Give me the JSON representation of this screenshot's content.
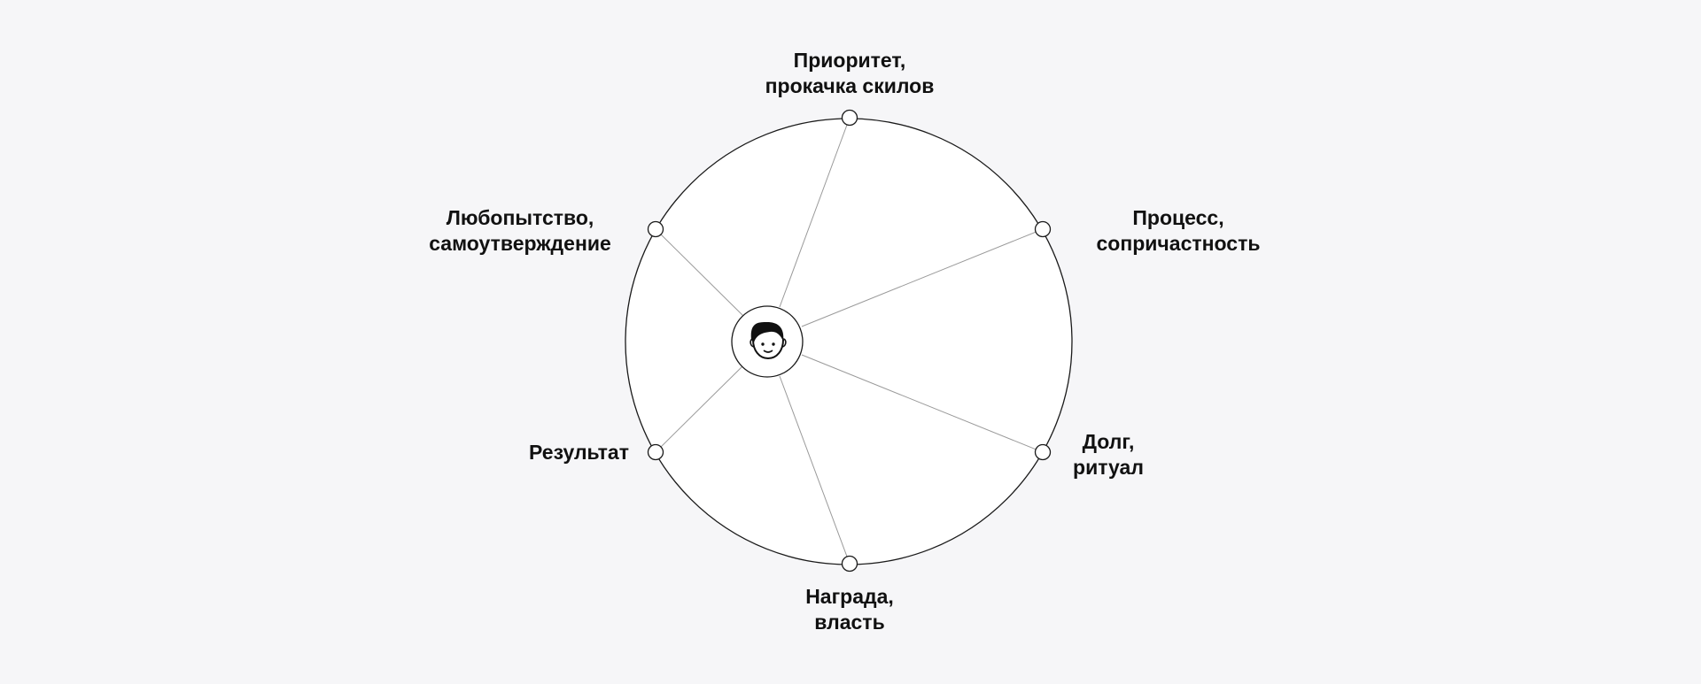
{
  "diagram": {
    "center_icon": "person-face-icon",
    "colors": {
      "background": "#f6f6f8",
      "wheel_fill": "#ffffff",
      "outline": "#1a1a1a",
      "spoke": "#9a9a9a",
      "text": "#111111"
    },
    "nodes": [
      {
        "id": "top",
        "lines": [
          "Приоритет,",
          "прокачка скилов"
        ]
      },
      {
        "id": "upper-right",
        "lines": [
          "Процесс,",
          "сопричастность"
        ]
      },
      {
        "id": "lower-right",
        "lines": [
          "Долг,",
          "ритуал"
        ]
      },
      {
        "id": "bottom",
        "lines": [
          "Награда,",
          "власть"
        ]
      },
      {
        "id": "lower-left",
        "lines": [
          "Результат"
        ]
      },
      {
        "id": "upper-left",
        "lines": [
          "Любопытство,",
          "самоутверждение"
        ]
      }
    ]
  }
}
